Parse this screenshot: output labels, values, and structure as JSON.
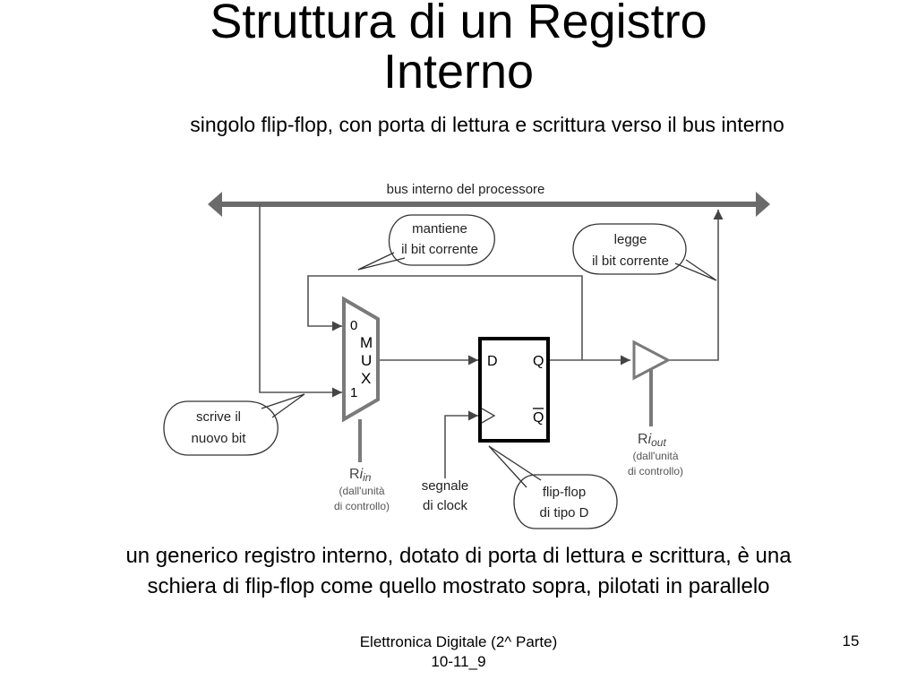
{
  "slide": {
    "title_line1": "Struttura di un Registro",
    "title_line2": "Interno",
    "subtitle": "singolo flip-flop, con porta di lettura e scrittura verso il bus interno",
    "caption_line1": "un generico registro interno, dotato di porta di lettura e scrittura, è una",
    "caption_line2": "schiera di flip-flop come quello mostrato sopra, pilotati in parallelo",
    "footer_line1": "Elettronica Digitale (2^ Parte)",
    "footer_line2": "10-11_9",
    "page_number": "15"
  },
  "diagram": {
    "bus_label": "bus interno del processore",
    "balloon_mantiene": [
      "mantiene",
      "il bit corrente"
    ],
    "balloon_legge": [
      "legge",
      "il bit corrente"
    ],
    "balloon_scrive": [
      "scrive il",
      "nuovo bit"
    ],
    "balloon_flipflop": [
      "flip-flop",
      "di tipo D"
    ],
    "mux": {
      "input0": "0",
      "input1": "1",
      "letters": [
        "M",
        "U",
        "X"
      ]
    },
    "flipflop": {
      "d": "D",
      "q": "Q",
      "qbar": "Q"
    },
    "ri_in": {
      "r": "R",
      "i": "i",
      "sub": "in",
      "note": [
        "(dall'unità",
        "di controllo)"
      ]
    },
    "ri_out": {
      "r": "R",
      "i": "i",
      "sub": "out",
      "note": [
        "(dall'unità",
        "di controllo)"
      ]
    },
    "clock_label": [
      "segnale",
      "di clock"
    ],
    "colors": {
      "wire": "#555555",
      "bus": "#6b6b6b",
      "mux": "#7a7a7a",
      "ink": "#222222"
    }
  }
}
